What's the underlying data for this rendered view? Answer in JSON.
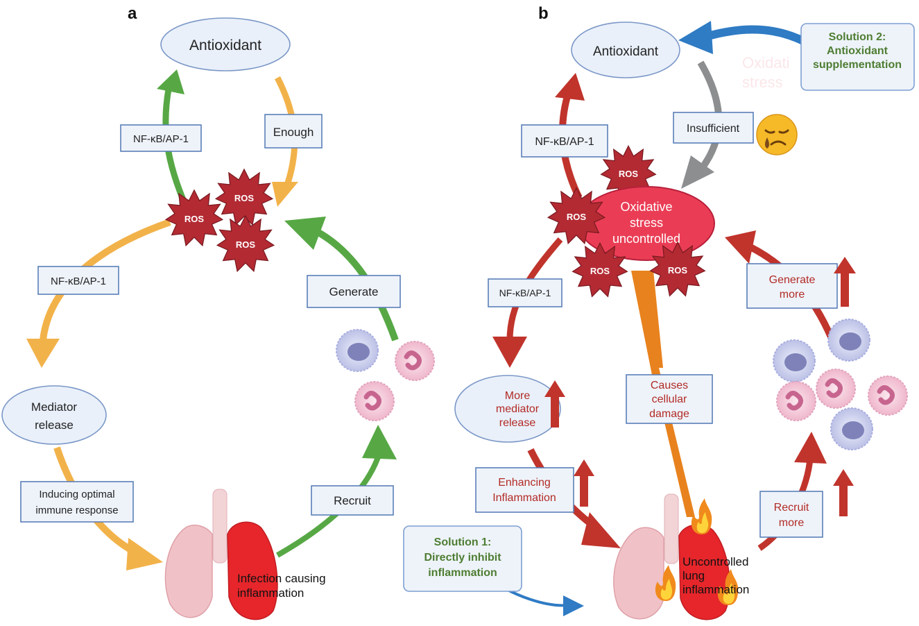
{
  "panel_a": {
    "letter": "a",
    "antioxidant": "Antioxidant",
    "nfkb_upper": "NF-κB/AP-1",
    "enough": "Enough",
    "ros_labels": [
      "ROS",
      "ROS",
      "ROS"
    ],
    "nfkb_left": "NF-κB/AP-1",
    "generate": "Generate",
    "mediator_line1": "Mediator",
    "mediator_line2": "release",
    "inducing_line1": "Inducing optimal",
    "inducing_line2": "immune response",
    "recruit": "Recruit",
    "infection_line1": "Infection causing",
    "infection_line2": "inflammation"
  },
  "panel_b": {
    "letter": "b",
    "antioxidant": "Antioxidant",
    "solution2_line1": "Solution 2:",
    "solution2_line2": "Antioxidant",
    "solution2_line3": "supplementation",
    "faded_line1": "Oxidati",
    "faded_line2": "stress",
    "nfkb_upper": "NF-κB/AP-1",
    "insufficient": "Insufficient",
    "ros_labels": [
      "ROS",
      "ROS",
      "ROS",
      "ROS"
    ],
    "oxidative_line1": "Oxidative",
    "oxidative_line2": "stress",
    "oxidative_line3": "uncontrolled",
    "nfkb_left": "NF-κB/AP-1",
    "generate_line1": "Generate",
    "generate_line2": "more",
    "more_mediator_line1": "More",
    "more_mediator_line2": "mediator",
    "more_mediator_line3": "release",
    "causes_line1": "Causes",
    "causes_line2": "cellular",
    "causes_line3": "damage",
    "enhancing_line1": "Enhancing",
    "enhancing_line2": "Inflammation",
    "recruit_line1": "Recruit",
    "recruit_line2": "more",
    "solution1_line1": "Solution 1:",
    "solution1_line2": "Directly inhibit",
    "solution1_line3": "inflammation",
    "lung_line1": "Uncontrolled",
    "lung_line2": "lung",
    "lung_line3": "inflammation"
  },
  "colors": {
    "green_arrow": "#57a845",
    "orange_arrow": "#f2b24a",
    "red_arrow": "#c0342c",
    "blue_arrow": "#2f7bc4",
    "gray_arrow": "#8c8e90",
    "bolt": "#e8821e",
    "ros_star": "#b32a33",
    "oxidative_ellipse": "#ea3d55",
    "solution_text": "#4e7d32",
    "red_text": "#b22b25"
  },
  "icons": [
    "ros-star-icon",
    "lungs-icon",
    "immune-cell-icon",
    "fire-icon",
    "sad-face-icon",
    "up-arrow-icon",
    "lightning-bolt-icon"
  ]
}
